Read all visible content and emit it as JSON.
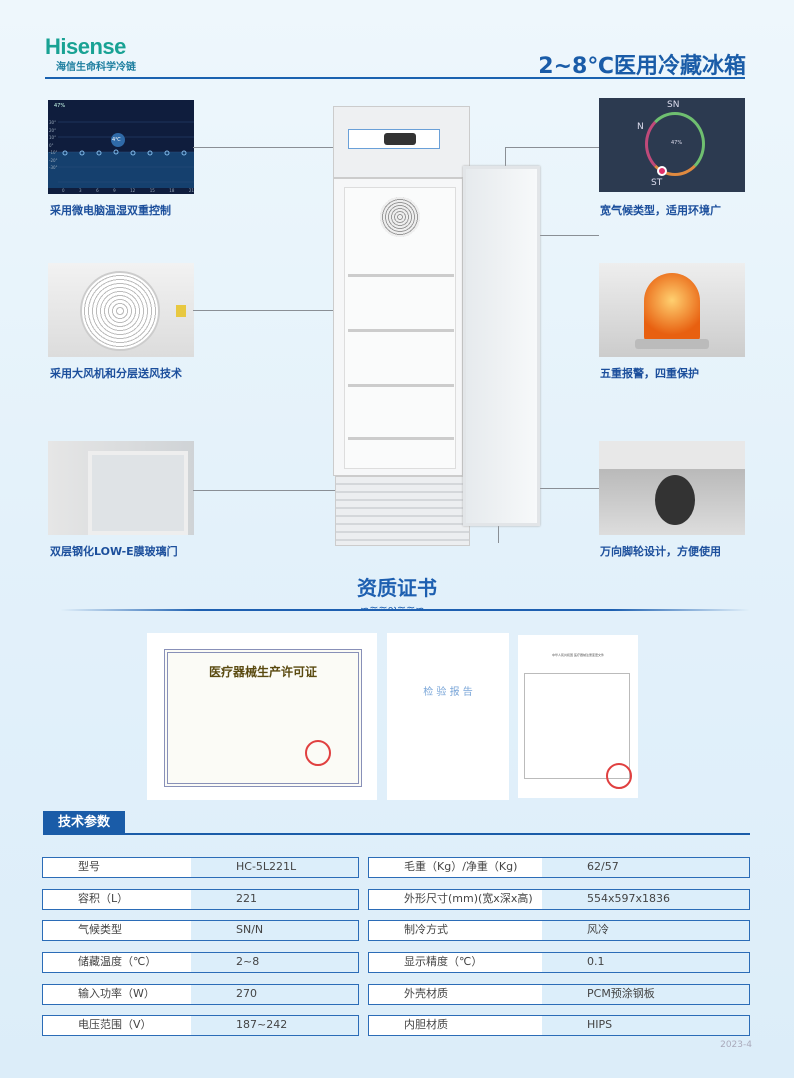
{
  "header": {
    "brand": "Hisense",
    "brand_sub": "海信生命科学冷链",
    "title": "2~8℃医用冷藏冰箱"
  },
  "features": {
    "left": [
      {
        "caption": "采用微电脑温湿双重控制",
        "image": {
          "humidity": "47%",
          "temp_label": "4℃",
          "y_ticks": [
            "30°",
            "20°",
            "10°",
            "0°",
            "-10°",
            "-20°",
            "-30°"
          ],
          "x_ticks": [
            "0",
            "3",
            "6",
            "9",
            "12",
            "15",
            "18",
            "21"
          ]
        }
      },
      {
        "caption": "采用大风机和分层送风技术"
      },
      {
        "caption": "双层钢化LOW-E膜玻璃门"
      }
    ],
    "right": [
      {
        "caption": "宽气候类型，适用环境广",
        "image": {
          "top": "SN",
          "left": "N",
          "bottom": "ST",
          "humidity": "47%"
        }
      },
      {
        "caption": "五重报警，四重保护"
      },
      {
        "caption": "万向脚轮设计，方便使用"
      }
    ]
  },
  "certificates": {
    "section_title": "资质证书",
    "items": [
      {
        "title": "医疗器械生产许可证"
      },
      {
        "title": "检 验 报 告"
      },
      {
        "title": "中华人民共和国 医疗器械注册变更文件"
      }
    ]
  },
  "specs": {
    "tab_label": "技术参数",
    "rows": [
      [
        {
          "k": "型号",
          "v": "HC-5L221L"
        },
        {
          "k": "毛重（Kg）/净重（Kg)",
          "v": "62/57"
        }
      ],
      [
        {
          "k": "容积（L）",
          "v": "221"
        },
        {
          "k": "外形尺寸(mm)(宽x深x高)",
          "v": "554x597x1836"
        }
      ],
      [
        {
          "k": "气候类型",
          "v": "SN/N"
        },
        {
          "k": "制冷方式",
          "v": "风冷"
        }
      ],
      [
        {
          "k": "储藏温度（℃）",
          "v": "2~8"
        },
        {
          "k": "显示精度（℃）",
          "v": "0.1"
        }
      ],
      [
        {
          "k": "输入功率（W）",
          "v": "270"
        },
        {
          "k": "外壳材质",
          "v": "PCM预涂钢板"
        }
      ],
      [
        {
          "k": "电压范围（V）",
          "v": "187~242"
        },
        {
          "k": "内胆材质",
          "v": "HIPS"
        }
      ]
    ]
  },
  "footer": {
    "date": "2023-4"
  },
  "colors": {
    "brand": "#19a294",
    "accent": "#1a5ca8"
  }
}
